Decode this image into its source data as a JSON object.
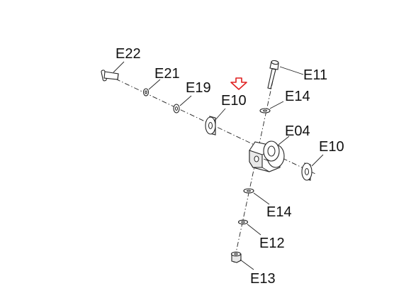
{
  "diagram": {
    "labels": {
      "e22": "E22",
      "e21": "E21",
      "e19": "E19",
      "e10_top": "E10",
      "e11": "E11",
      "e14_top": "E14",
      "e04": "E04",
      "e10_right": "E10",
      "e14_bottom": "E14",
      "e12": "E12",
      "e13": "E13"
    },
    "colors": {
      "line": "#222222",
      "label": "#111111",
      "arrow": "#e02020",
      "background": "#ffffff"
    },
    "icons": {
      "highlight_marker": "down-arrow-outline"
    }
  }
}
